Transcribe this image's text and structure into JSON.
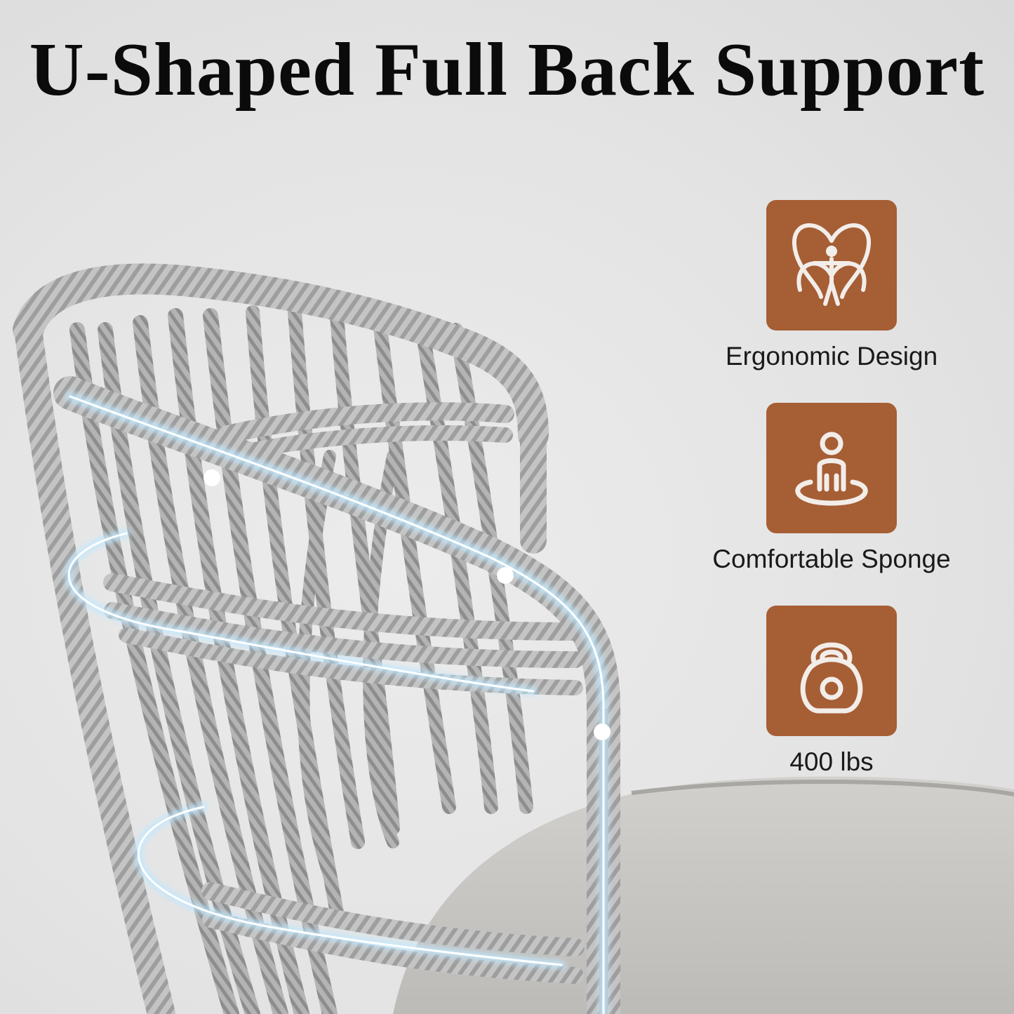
{
  "headline": "U-Shaped Full Back Support",
  "features": [
    {
      "icon": "ergonomic-body-icon",
      "label": "Ergonomic Design"
    },
    {
      "icon": "person-on-cushion-icon",
      "label": "Comfortable Sponge"
    },
    {
      "icon": "kettlebell-icon",
      "label": "400 lbs"
    }
  ],
  "colors": {
    "background": "#e6e6e6",
    "icon_tile": "#a65e35",
    "rope": "#b9b9b9",
    "cushion": "#c9c7c4",
    "glow": "#bfe8ff"
  }
}
